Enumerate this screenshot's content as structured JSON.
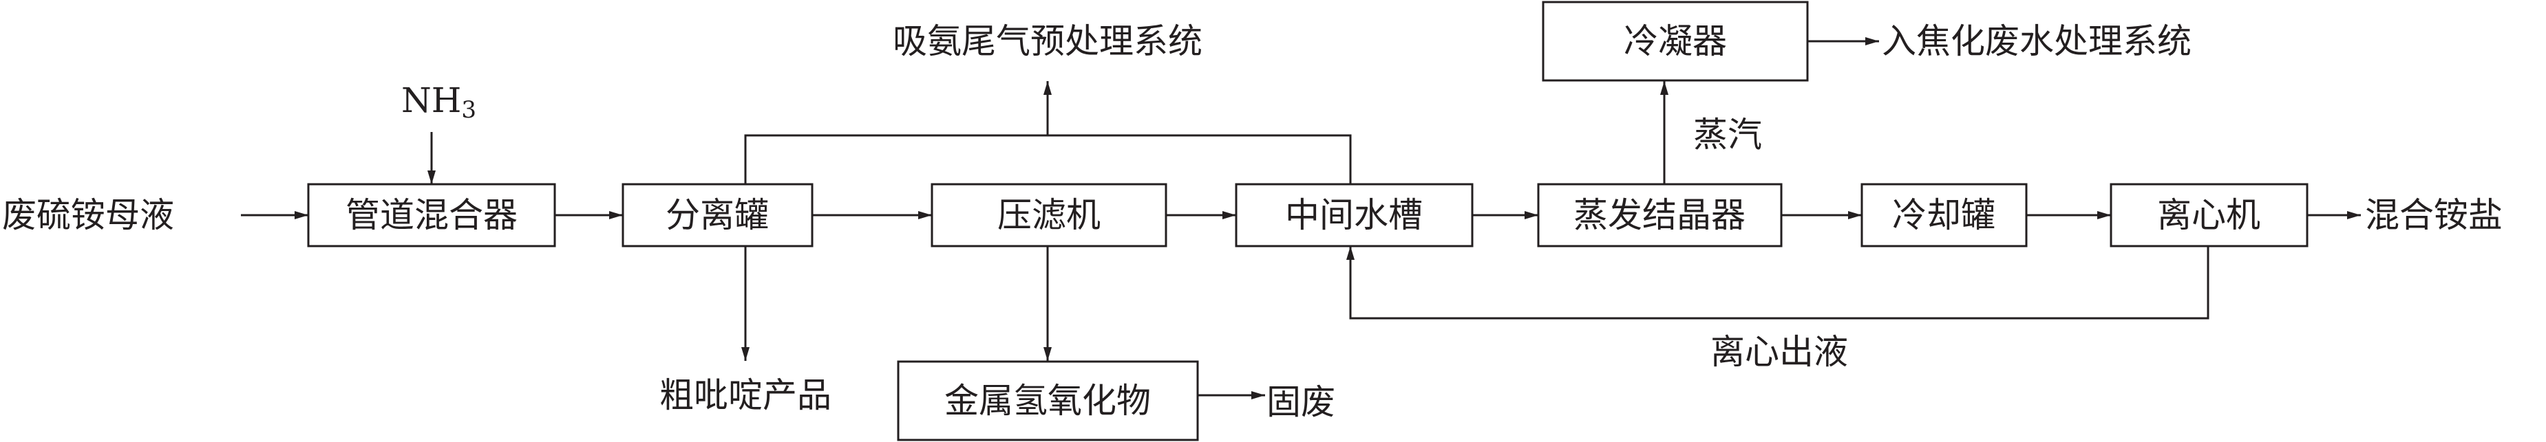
{
  "nodes": {
    "mixer": "管道混合器",
    "separator": "分离罐",
    "filter_press": "压滤机",
    "intermediate_tank": "中间水槽",
    "evaporator": "蒸发结晶器",
    "cooling_tank": "冷却罐",
    "centrifuge": "离心机",
    "condenser": "冷凝器",
    "metal_hydroxide": "金属氢氧化物"
  },
  "labels": {
    "feed": "废硫铵母液",
    "nh3": "NH",
    "nh3_sub": "3",
    "ammonia_pretreat": "吸氨尾气预处理系统",
    "crude_pyridine": "粗吡啶产品",
    "solid_waste": "固废",
    "steam": "蒸汽",
    "to_coking_wastewater": "入焦化废水处理系统",
    "product": "混合铵盐",
    "centrifuge_liquor": "离心出液"
  },
  "colors": {
    "stroke": "#231f20",
    "fill": "#ffffff"
  }
}
